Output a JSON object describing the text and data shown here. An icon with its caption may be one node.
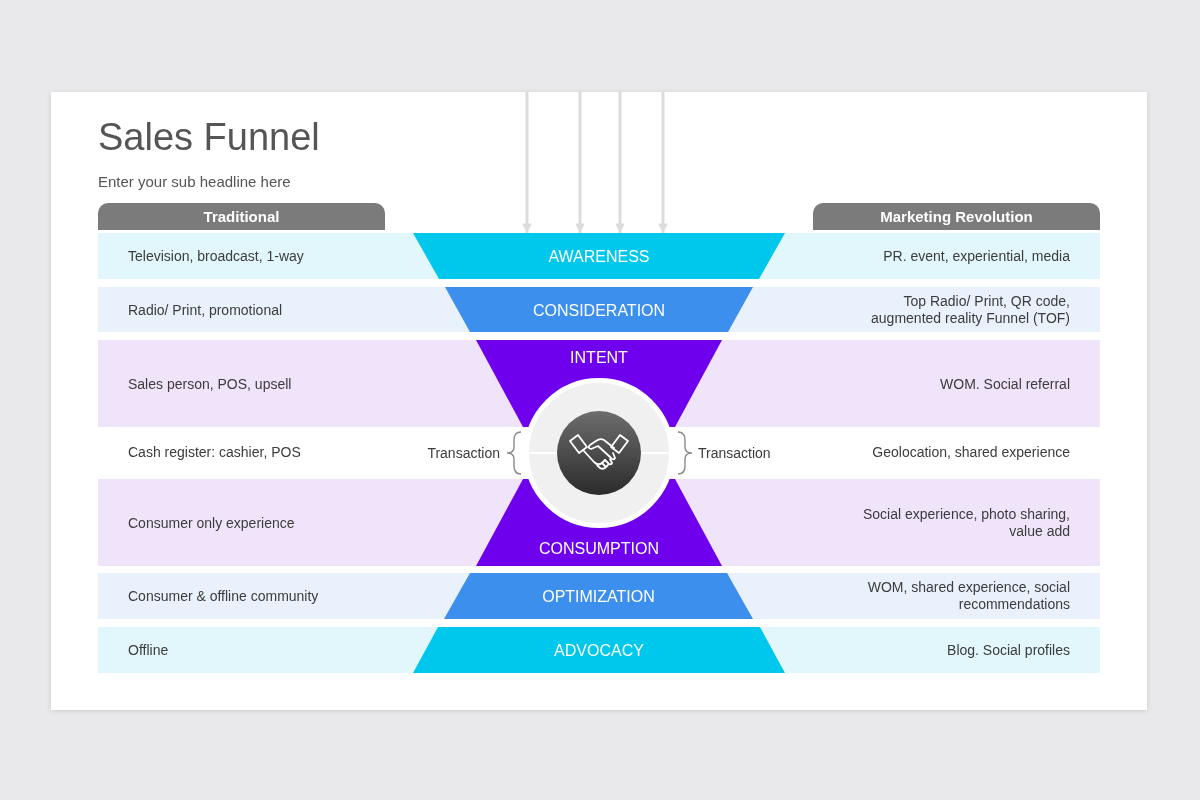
{
  "diagram": {
    "title": "Sales Funnel",
    "nodes": [
      {
        "text": [
          "Traditional"
        ]
      },
      {
        "text": [
          "Marketing Revolution"
        ]
      },
      {
        "text": [
          "Television, broadcast, 1-way",
          "PR. event, experiential, media"
        ]
      },
      {
        "text": [
          "AWARENESS"
        ],
        "in": 2
      },
      {
        "text": [
          "Radio/ Print, promotional",
          "Top Radio/ Print, QR code, augmented reality Funnel (TOF)"
        ]
      },
      {
        "text": [
          "CONSIDERATION"
        ],
        "in": 4
      },
      {
        "text": [
          "Sales person, POS, upsell",
          "WOM. Social referral"
        ]
      },
      {
        "text": [
          "INTENT"
        ],
        "in": 6
      },
      {
        "text": [],
        "shape": "circle"
      },
      {
        "text": [
          "Consumer only experience",
          "Social experience, photo sharing, value add"
        ]
      },
      {
        "text": [
          "CONSUMPTION"
        ],
        "in": 9
      },
      {
        "text": [
          "Consumer & offline community",
          "WOM, shared experience, social recommendations"
        ]
      },
      {
        "text": [
          "OPTIMIZATION"
        ],
        "in": 11
      },
      {
        "text": [
          "Offline",
          "Blog. Social profiles"
        ]
      },
      {
        "text": [
          "ADVOCACY"
        ],
        "in": 13
      }
    ],
    "edges": [
      {
        "from": null,
        "to": 3,
        "arrow": "to"
      },
      {
        "from": null,
        "to": 3,
        "arrow": "to"
      },
      {
        "from": null,
        "to": 3,
        "arrow": "to"
      },
      {
        "from": null,
        "to": 3,
        "arrow": "to"
      }
    ],
    "labels": [
      "Enter your sub headline here",
      "Cash register: cashier, POS",
      "Transaction",
      "Transaction",
      "Geolocation, shared experience"
    ]
  }
}
